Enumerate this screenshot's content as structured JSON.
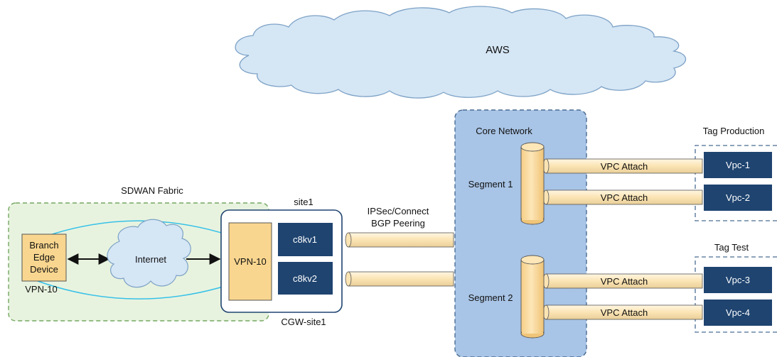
{
  "cloud": {
    "label": "AWS",
    "fill": "#d5e6f5",
    "stroke": "#7da2c6"
  },
  "sdwan": {
    "title": "SDWAN Fabric",
    "branch": {
      "lines": [
        "Branch",
        "Edge",
        "Device"
      ],
      "vpn": "VPN-10"
    },
    "internet": "Internet"
  },
  "cgw": {
    "top_label": "site1",
    "bottom_label": "CGW-site1",
    "vpn": "VPN-10",
    "nodes": [
      "c8kv1",
      "c8kv2"
    ]
  },
  "peering": {
    "lines": [
      "IPSec/Connect",
      "BGP Peering"
    ]
  },
  "core": {
    "title": "Core Network",
    "segments": [
      "Segment 1",
      "Segment 2"
    ]
  },
  "tags": [
    {
      "title": "Tag Production",
      "vpcs": [
        "Vpc-1",
        "Vpc-2"
      ]
    },
    {
      "title": "Tag Test",
      "vpcs": [
        "Vpc-3",
        "Vpc-4"
      ]
    }
  ],
  "attach_label": "VPC Attach",
  "colors": {
    "navy": "#1f4470",
    "orange": "#f9d68f",
    "cream": "#fdedc8",
    "green_fill": "#e8f3df",
    "green_stroke": "#74a862",
    "core_fill": "#a8c4e6",
    "core_stroke": "#4a6d93",
    "cyan": "#36c1e8"
  }
}
